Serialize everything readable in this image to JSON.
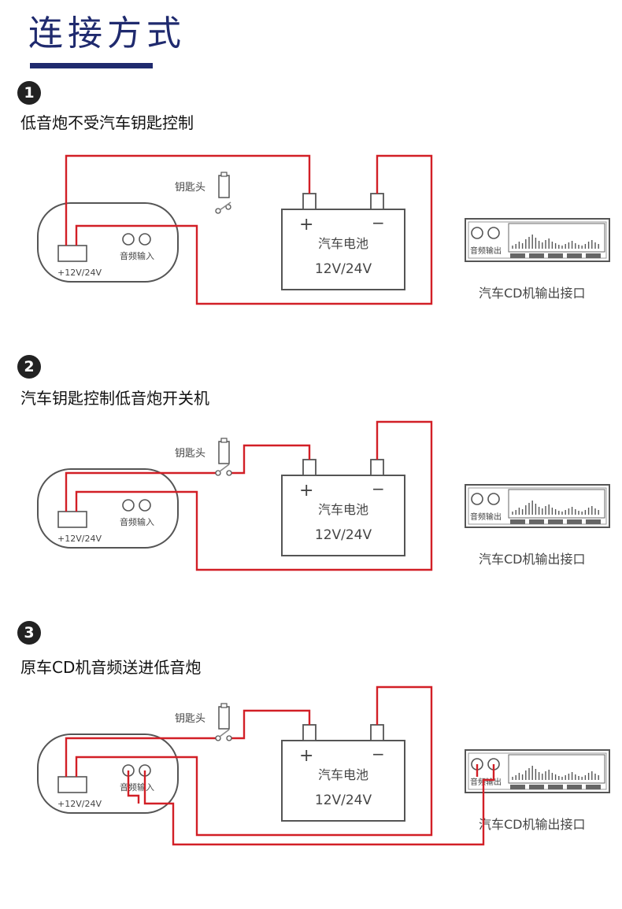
{
  "header": {
    "title": "连接方式"
  },
  "labels": {
    "key": "钥匙头",
    "battery_name": "汽车电池",
    "battery_voltage": "12V/24V",
    "plus": "+",
    "minus": "−",
    "amp_power": "+12V/24V",
    "amp_audio": "音频输入",
    "cd_audio": "音频输出",
    "cd_caption": "汽车CD机输出接口"
  },
  "steps": [
    {
      "number": "1",
      "description": "低音炮不受汽车钥匙控制"
    },
    {
      "number": "2",
      "description": "汽车钥匙控制低音炮开关机"
    },
    {
      "number": "3",
      "description": "原车CD机音频送进低音炮"
    }
  ],
  "colors": {
    "wire": "#d21f26",
    "title": "#1f2a6e",
    "outline": "#555555"
  }
}
